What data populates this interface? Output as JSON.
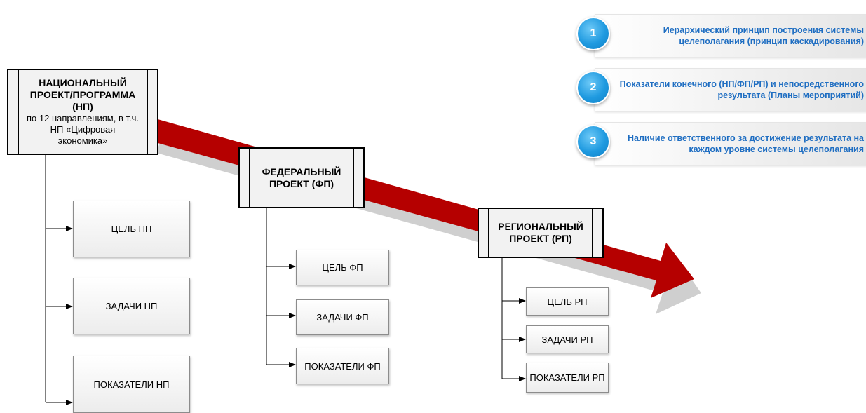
{
  "principles": [
    {
      "number": "1",
      "text": "Иерархический принцип построения системы целеполагания (принцип каскадирования)"
    },
    {
      "number": "2",
      "text": "Показатели конечного (НП/ФП/РП) и непосредственного результата (Планы мероприятий)"
    },
    {
      "number": "3",
      "text": "Наличие ответственного за достижение результата на каждом уровне системы целеполагания"
    }
  ],
  "projects": {
    "np": {
      "title": "НАЦИОНАЛЬНЫЙ ПРОЕКТ/ПРОГРАММА (НП)",
      "desc": "по 12 направлениям, в т.ч. НП «Цифровая экономика»"
    },
    "fp": {
      "title": "ФЕДЕРАЛЬНЫЙ ПРОЕКТ (ФП)"
    },
    "rp": {
      "title": "РЕГИОНАЛЬНЫЙ ПРОЕКТ (РП)"
    }
  },
  "items": {
    "np": [
      "ЦЕЛЬ НП",
      "ЗАДАЧИ НП",
      "ПОКАЗАТЕЛИ НП"
    ],
    "fp": [
      "ЦЕЛЬ ФП",
      "ЗАДАЧИ ФП",
      "ПОКАЗАТЕЛИ ФП"
    ],
    "rp": [
      "ЦЕЛЬ РП",
      "ЗАДАЧИ РП",
      "ПОКАЗАТЕЛИ РП"
    ]
  },
  "colors": {
    "arrow": "#b50000",
    "arrow_shadow": "#c8c8c8",
    "principle_text": "#1f6ec2",
    "badge": "#1f9ae0"
  }
}
